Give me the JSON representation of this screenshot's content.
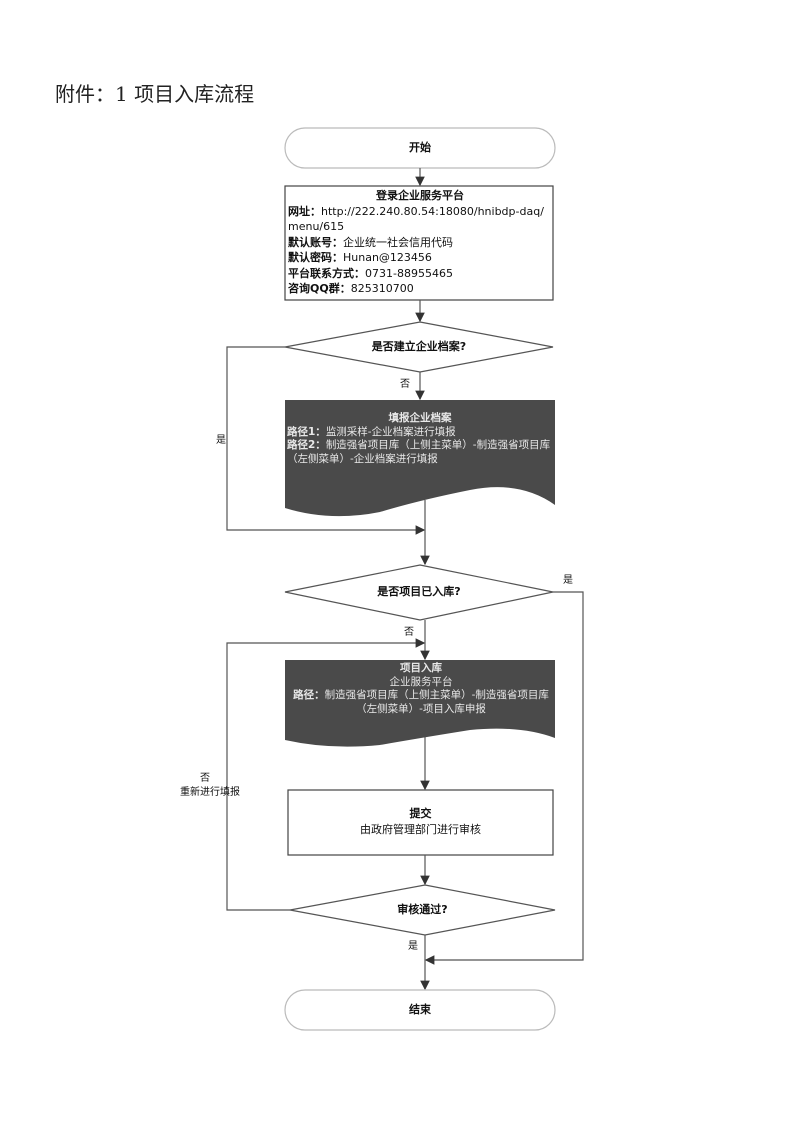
{
  "title": "附件：1 项目入库流程",
  "start": "开始",
  "login": {
    "heading": "登录企业服务平台",
    "lines": [
      {
        "label": "网址：",
        "value": "http://222.240.80.54:18080/hnibdp-daq/"
      },
      {
        "label": "",
        "value": "menu/615"
      },
      {
        "label": "默认账号：",
        "value": "企业统一社会信用代码"
      },
      {
        "label": "默认密码：",
        "value": "Hunan@123456"
      },
      {
        "label": "平台联系方式：",
        "value": "0731-88955465"
      },
      {
        "label": "咨询QQ群：",
        "value": "825310700"
      }
    ]
  },
  "decision1": {
    "text": "是否建立企业档案?",
    "yes": "是",
    "no": "否"
  },
  "fill_profile": {
    "heading": "填报企业档案",
    "path1_label": "路径1：",
    "path1": "监测采样-企业档案进行填报",
    "path2_label": "路径2：",
    "path2": "制造强省项目库（上侧主菜单）-制造强省项目库（左侧菜单）-企业档案进行填报"
  },
  "decision2": {
    "text": "是否项目已入库?",
    "yes": "是",
    "no": "否"
  },
  "project_entry": {
    "heading": "项目入库",
    "subheading": "企业服务平台",
    "path_label": "路径：",
    "path": "制造强省项目库（上侧主菜单）-制造强省项目库（左侧菜单）-项目入库申报"
  },
  "submit": {
    "heading": "提交",
    "text": "由政府管理部门进行审核"
  },
  "decision3": {
    "text": "审核通过?",
    "yes": "是",
    "no": "否",
    "no_note": "重新进行填报"
  },
  "end": "结束"
}
